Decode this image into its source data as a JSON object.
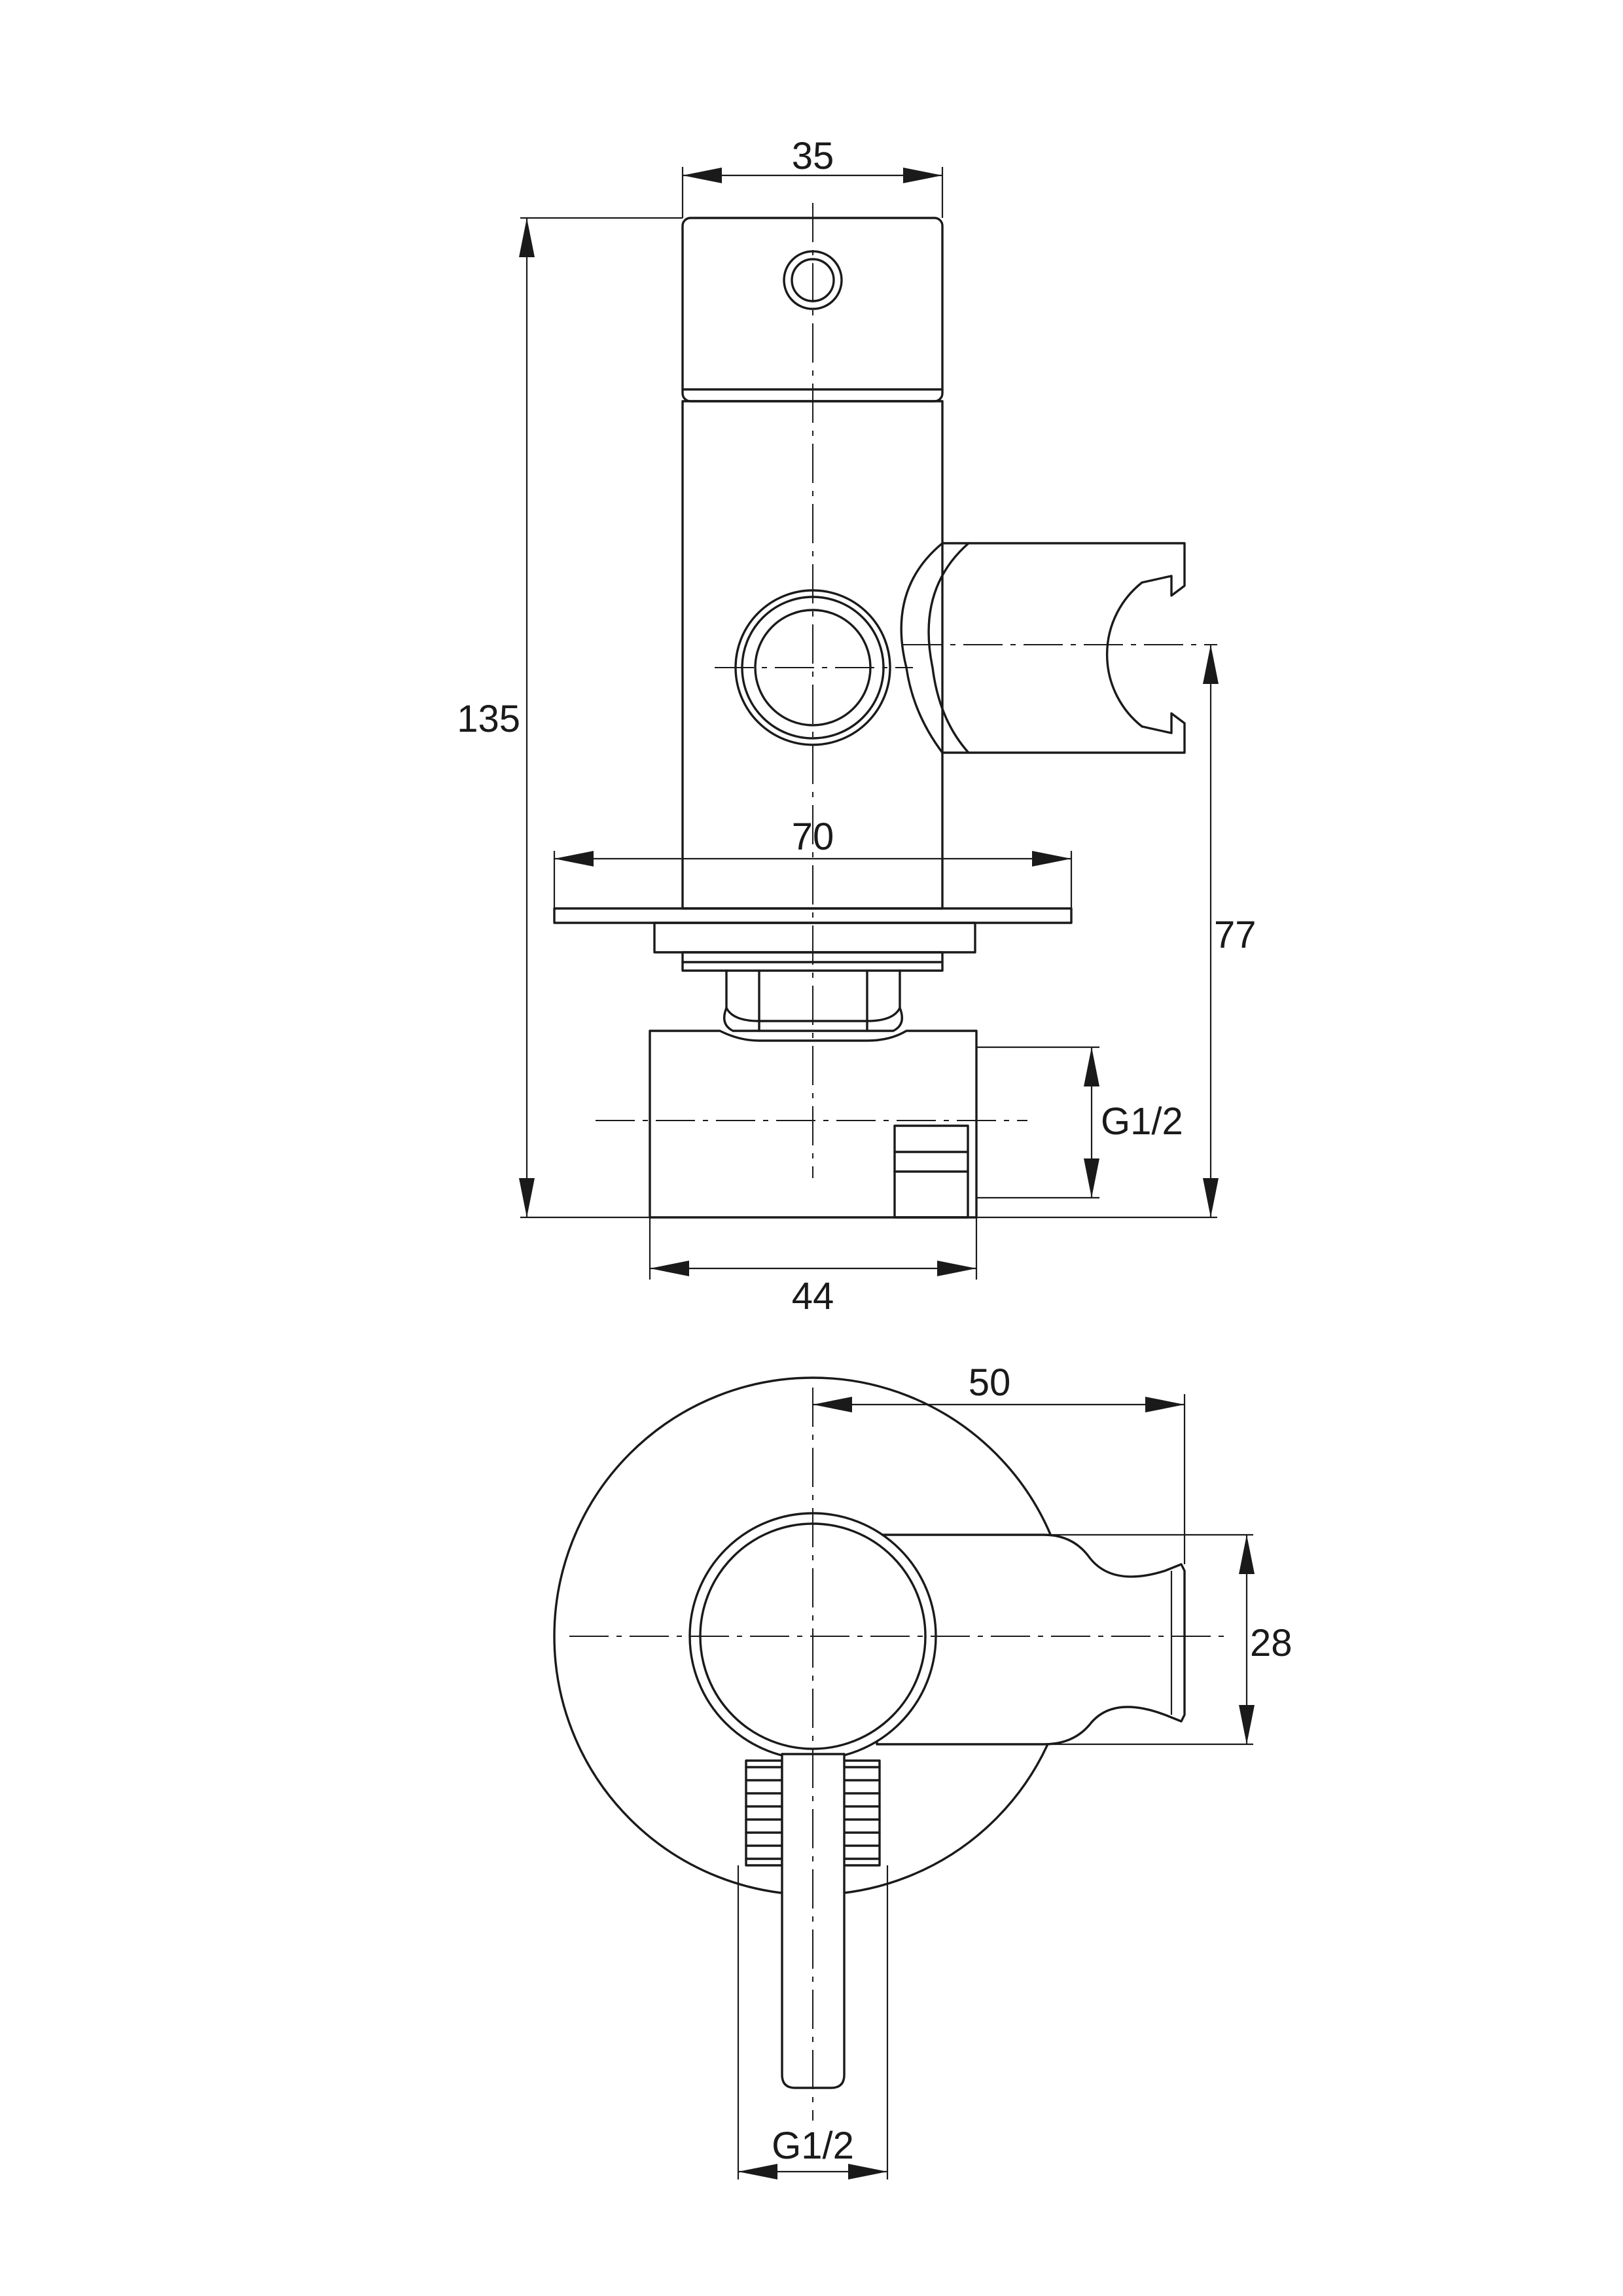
{
  "drawing": {
    "line_color": "#1a1a1a",
    "background": "#ffffff",
    "front_view": {
      "dim_top_width": "35",
      "dim_total_height": "135",
      "dim_flange_width": "70",
      "dim_holder_height": "77",
      "dim_inlet_thread": "G1/2",
      "dim_body_width": "44"
    },
    "top_view": {
      "dim_holder_reach": "50",
      "dim_holder_width": "28",
      "dim_thread": "G1/2"
    }
  }
}
